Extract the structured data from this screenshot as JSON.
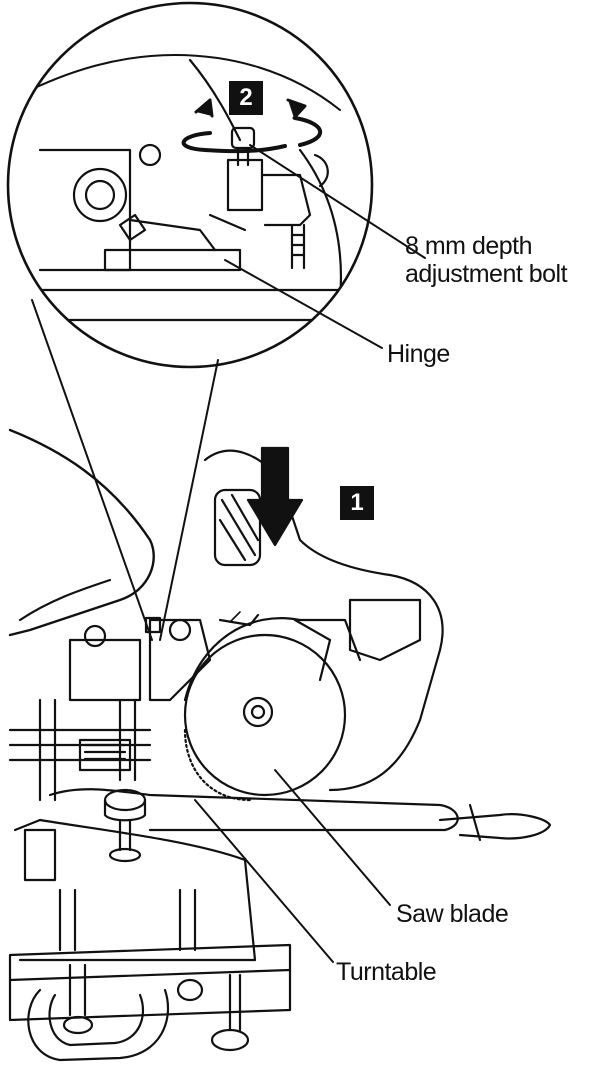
{
  "labels": {
    "bolt": "8 mm depth\nadjustment bolt",
    "hinge": "Hinge",
    "saw_blade": "Saw blade",
    "turntable": "Turntable"
  },
  "steps": {
    "one": "1",
    "two": "2"
  },
  "icons": {
    "down-arrow": "arrow-down-icon",
    "rotate-arrows": "rotate-icon"
  },
  "colors": {
    "line": "#111111",
    "background": "#ffffff",
    "badge": "#111111"
  }
}
